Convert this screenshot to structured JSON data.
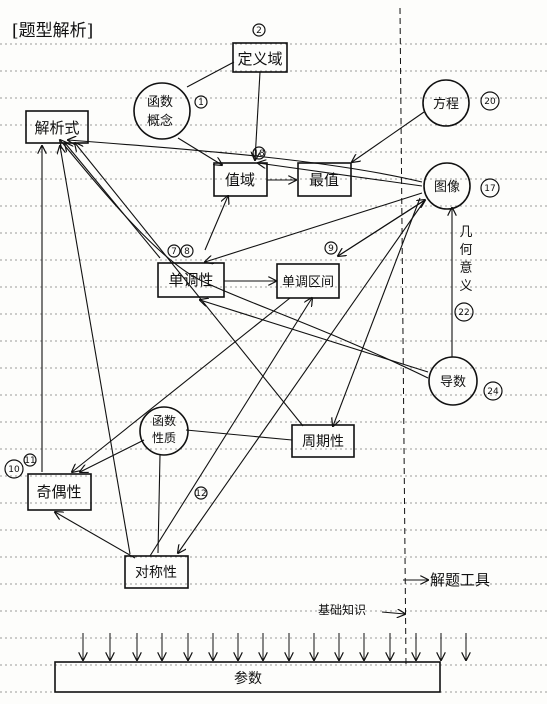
{
  "header": {
    "title": "[题型解析]"
  },
  "nodes": {
    "domain": "定义域",
    "func_concept_line1": "函数",
    "func_concept_line2": "概念",
    "analytic": "解析式",
    "equation": "方程",
    "range": "值域",
    "max": "最值",
    "graph": "图像",
    "monotonic": "单调性",
    "mono_interval": "单调区间",
    "geometry_col": [
      "几",
      "何",
      "意",
      "义"
    ],
    "derivative": "导数",
    "func_prop_line1": "函数",
    "func_prop_line2": "性质",
    "periodic": "周期性",
    "parity": "奇偶性",
    "symmetry": "对称性"
  },
  "markers": {
    "m1": "1",
    "m2": "2",
    "m9": "9",
    "m10": "10",
    "m11": "11",
    "m12": "12",
    "m17": "17",
    "m18": "18",
    "m20": "20",
    "m22": "22",
    "m24": "24",
    "m7": "7",
    "m8": "8"
  },
  "side": {
    "tools": "解题工具",
    "basics": "基础知识"
  },
  "bottom": {
    "param": "参数"
  }
}
